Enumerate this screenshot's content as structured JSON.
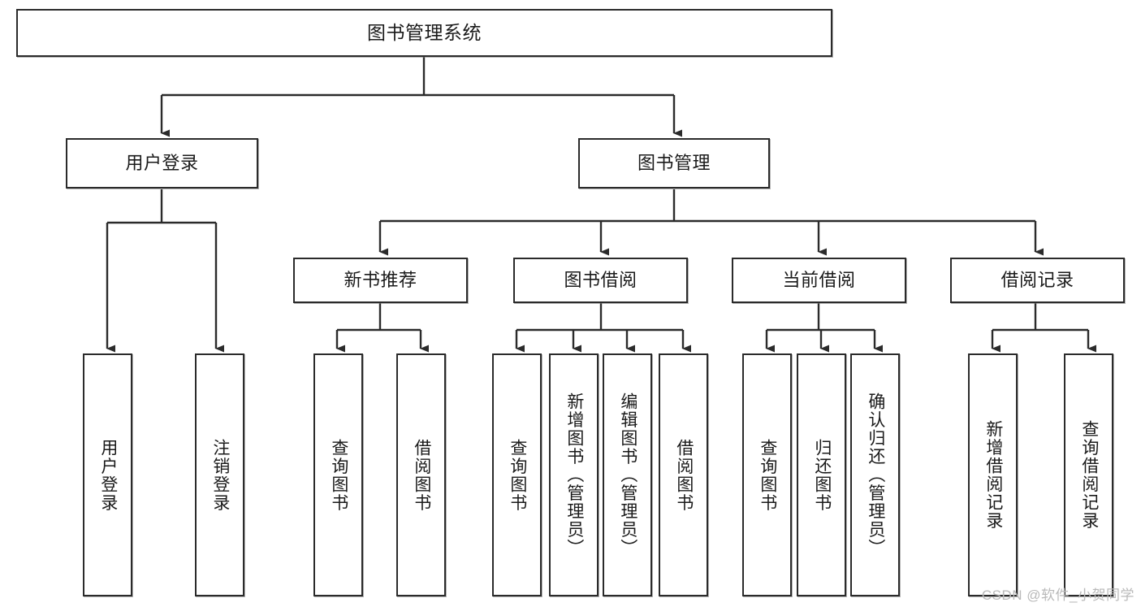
{
  "diagram": {
    "title": "图书管理系统",
    "type": "tree",
    "watermark": "CSDN @软件_小贺同学",
    "colors": {
      "box_border": "#2b2b2b",
      "box_fill": "#ffffff",
      "connector": "#2b2b2b",
      "watermark": "#b9b9b9",
      "background": "#ffffff"
    },
    "root": {
      "label": "图书管理系统"
    },
    "level1": [
      {
        "label": "用户登录"
      },
      {
        "label": "图书管理"
      }
    ],
    "level2": [
      {
        "label": "新书推荐"
      },
      {
        "label": "图书借阅"
      },
      {
        "label": "当前借阅"
      },
      {
        "label": "借阅记录"
      }
    ],
    "leaves": {
      "user_login": [
        {
          "label": "用户登录"
        },
        {
          "label": "注销登录"
        }
      ],
      "new_book_recommend": [
        {
          "label": "查询图书"
        },
        {
          "label": "借阅图书"
        }
      ],
      "book_borrow": [
        {
          "label": "查询图书"
        },
        {
          "label": "新增图书（管理员）"
        },
        {
          "label": "编辑图书（管理员）"
        },
        {
          "label": "借阅图书"
        }
      ],
      "current_borrow": [
        {
          "label": "查询图书"
        },
        {
          "label": "归还图书"
        },
        {
          "label": "确认归还（管理员）"
        }
      ],
      "borrow_record": [
        {
          "label": "新增借阅记录"
        },
        {
          "label": "查询借阅记录"
        }
      ]
    }
  }
}
